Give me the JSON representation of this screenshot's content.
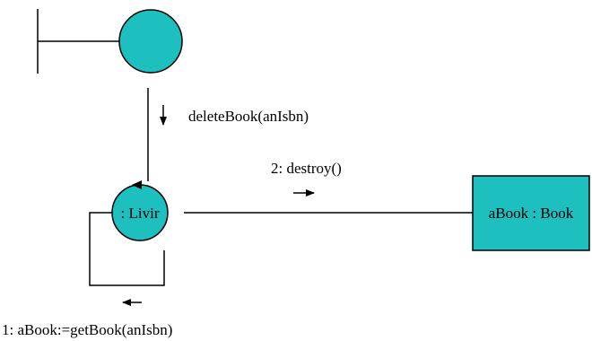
{
  "colors": {
    "fill": "#1ebfbf",
    "stroke": "#000000",
    "background": "#ffffff"
  },
  "nodes": {
    "boundary": {
      "kind": "boundary-object"
    },
    "control": {
      "kind": "control-object",
      "label": ": Livir"
    },
    "entity": {
      "kind": "entity-object",
      "label": "aBook : Book"
    }
  },
  "messages": {
    "delete": {
      "label": "deleteBook(anIsbn)",
      "direction": "down"
    },
    "destroy": {
      "label": "2: destroy()",
      "direction": "right"
    },
    "get_book": {
      "label": "1: aBook:=getBook(anIsbn)",
      "direction": "left"
    }
  }
}
